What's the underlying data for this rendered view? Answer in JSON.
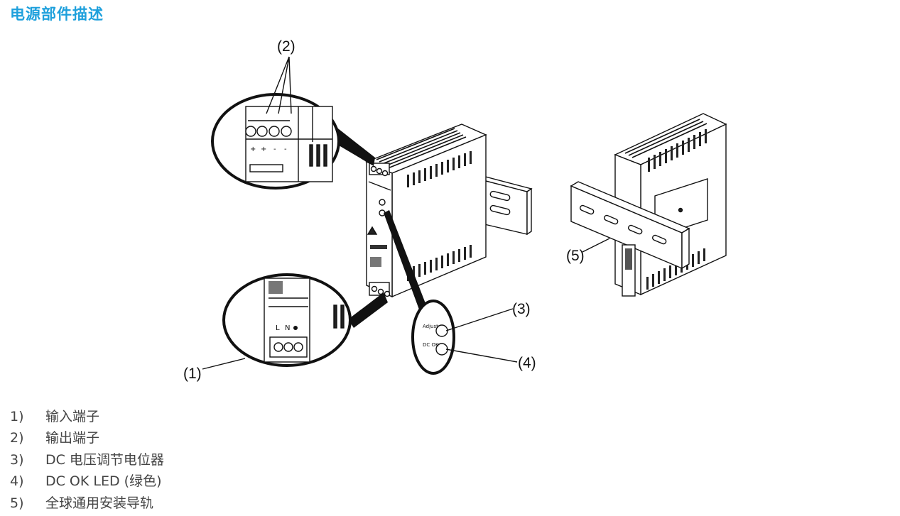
{
  "page": {
    "title": "电源部件描述"
  },
  "callouts": [
    "(1)",
    "(2)",
    "(3)",
    "(4)",
    "(5)"
  ],
  "legend": [
    {
      "num": "1)",
      "text": "输入端子"
    },
    {
      "num": "2)",
      "text": "输出端子"
    },
    {
      "num": "3)",
      "text": "DC 电压调节电位器"
    },
    {
      "num": "4)",
      "text": "DC OK LED (绿色)"
    },
    {
      "num": "5)",
      "text": "全球通用安装导轨"
    }
  ]
}
